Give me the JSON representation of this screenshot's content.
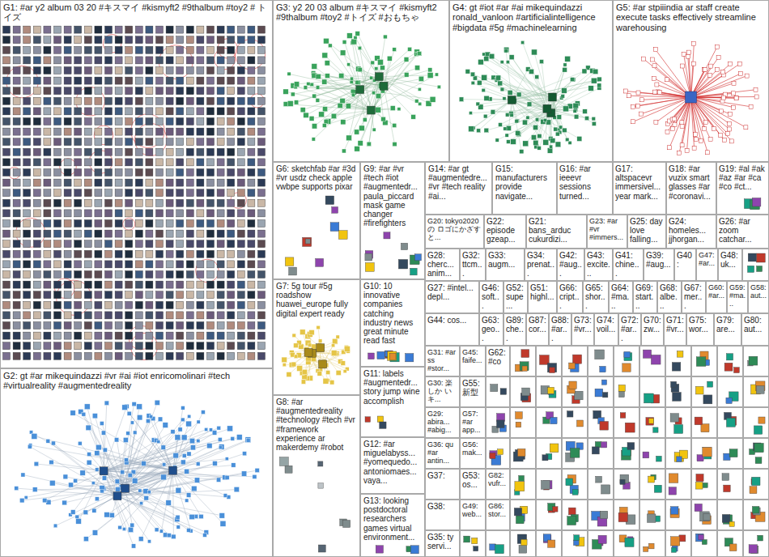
{
  "diagram": {
    "nodes": [
      {
        "text": [
          "G1: #ar y2 album 03 20 #キスマイ #kismyft2 #9thalbum #toy2 # トイズ"
        ]
      },
      {
        "text": [
          "G2: gt #ar mikequindazzi #vr #ai #iot enricomolinari #tech #virtualreality #augmentedreality"
        ]
      },
      {
        "text": [
          "G3: y2 20 03 album #キスマイ #kismyft2 #9thalbum #toy2 #トイズ #おもちゃ"
        ]
      },
      {
        "text": [
          "G4: gt #iot #ar #ai mikequindazzi ronald_vanloon #artificialintelligence #bigdata #5g #machinelearning"
        ]
      },
      {
        "text": [
          "G5: #ar stpiiindia ar staff create execute tasks effectively streamline warehousing"
        ]
      },
      {
        "text": [
          "G6: sketchfab #ar #3d #vr usdz check apple vwbpe supports pixar"
        ]
      },
      {
        "text": [
          "G9: #ar #vr #tech #iot #augmentedr... paula_piccard mask game changer #firefighters"
        ]
      },
      {
        "text": [
          "G14: #ar gt #augmentedre... #vr #tech reality #ai..."
        ]
      },
      {
        "text": [
          "G15: manufacturers provide navigate..."
        ]
      },
      {
        "text": [
          "G16: #ar ieeevr sessions turned..."
        ]
      },
      {
        "text": [
          "G17: altspacevr immersivel... year mark..."
        ]
      },
      {
        "text": [
          "G18: #ar vuzix smart glasses #ar #coronavi..."
        ]
      },
      {
        "text": [
          "G19: #al #ak #az #ar #ca #co #ct..."
        ]
      },
      {
        "text": [
          "G7: 5g tour #5g roadshow huawei_europe fully digital expert ready"
        ]
      },
      {
        "text": [
          "G8: #ar #augmentedreality #technology #tech #vr #framework experience ar makerdemy #robot"
        ]
      },
      {
        "text": [
          "G10: 10 innovative companies catching industry news great minute read fast"
        ]
      },
      {
        "text": [
          "G11: labels #augmentedr... story jump wine accomplish"
        ]
      },
      {
        "text": [
          "G12: #ar miguelabyss... #yomequedo... antoniomaes... vaya..."
        ]
      },
      {
        "text": [
          "G13: looking postdoctoral researchers games virtual environment..."
        ]
      },
      {
        "text": [
          "G20: tokyo2020の ロゴにかざすと..."
        ]
      },
      {
        "text": [
          "G22: episode gzeap..."
        ]
      },
      {
        "text": [
          "G21: bans_arduc cukurdizi..."
        ]
      },
      {
        "text": [
          "G23: #ar #vr #immers..."
        ]
      },
      {
        "text": [
          "G25: day love falling..."
        ]
      },
      {
        "text": [
          "G24: homeles... jjhorgan..."
        ]
      },
      {
        "text": [
          "G26: #ar zoom catchar..."
        ]
      },
      {
        "text": [
          "G28: cherc... anim..."
        ]
      },
      {
        "text": [
          "G32: ttcm..."
        ]
      },
      {
        "text": [
          "G33: augm..."
        ]
      },
      {
        "text": [
          "G34: prenat..."
        ]
      },
      {
        "text": [
          "G42: #aug..."
        ]
      },
      {
        "text": [
          "G43: excite..."
        ]
      },
      {
        "text": [
          "G41: chine..."
        ]
      },
      {
        "text": [
          "G39: #aug..."
        ]
      },
      {
        "text": [
          "G40:"
        ]
      },
      {
        "text": [
          "G47: #ar..."
        ]
      },
      {
        "text": [
          "G48: uk..."
        ]
      },
      {
        "text": [
          "G27: #intel... depl..."
        ]
      },
      {
        "text": [
          "G46: soft..."
        ]
      },
      {
        "text": [
          "G52: supe..."
        ]
      },
      {
        "text": [
          "G51: highl..."
        ]
      },
      {
        "text": [
          "G66: cript..."
        ]
      },
      {
        "text": [
          "G65: shor..."
        ]
      },
      {
        "text": [
          "G64: #ma..."
        ]
      },
      {
        "text": [
          "G69: start..."
        ]
      },
      {
        "text": [
          "G68: albe..."
        ]
      },
      {
        "text": [
          "G67: mer..."
        ]
      },
      {
        "text": [
          "G60: #ar..."
        ]
      },
      {
        "text": [
          "G59: #ma..."
        ]
      },
      {
        "text": [
          "G58: aut..."
        ]
      },
      {
        "text": [
          "G44: cos..."
        ]
      },
      {
        "text": [
          "G63: geo..."
        ]
      },
      {
        "text": [
          "G89: che..."
        ]
      },
      {
        "text": [
          "G87: cor..."
        ]
      },
      {
        "text": [
          "G88: #ar..."
        ]
      },
      {
        "text": [
          "G73: #vr..."
        ]
      },
      {
        "text": [
          "G74: voil..."
        ]
      },
      {
        "text": [
          "G72: #ar..."
        ]
      },
      {
        "text": [
          "G70: zw..."
        ]
      },
      {
        "text": [
          "G71: #vr..."
        ]
      },
      {
        "text": [
          "G75: wor..."
        ]
      },
      {
        "text": [
          "G79: are..."
        ]
      },
      {
        "text": [
          "G80: aut..."
        ]
      },
      {
        "text": [
          "G31: #ar ss #stor..."
        ]
      },
      {
        "text": [
          "G45: faife..."
        ]
      },
      {
        "text": [
          "G62: #co"
        ]
      },
      {
        "text": [
          "G30: 楽しか いキ..."
        ]
      },
      {
        "text": [
          "G55: 新型"
        ]
      },
      {
        "text": [
          "G29: abira... #abig..."
        ]
      },
      {
        "text": [
          "G57: #ar app..."
        ]
      },
      {
        "text": [
          "G36: qu #ar antin..."
        ]
      },
      {
        "text": [
          "G56: mak..."
        ]
      },
      {
        "text": [
          "G37:"
        ]
      },
      {
        "text": [
          "G53: os..."
        ]
      },
      {
        "text": [
          "G82: vufr..."
        ]
      },
      {
        "text": [
          "G38:"
        ]
      },
      {
        "text": [
          "G49: web..."
        ]
      },
      {
        "text": [
          "G86: stor..."
        ]
      },
      {
        "text": [
          "G35: ty servi..."
        ]
      }
    ]
  }
}
